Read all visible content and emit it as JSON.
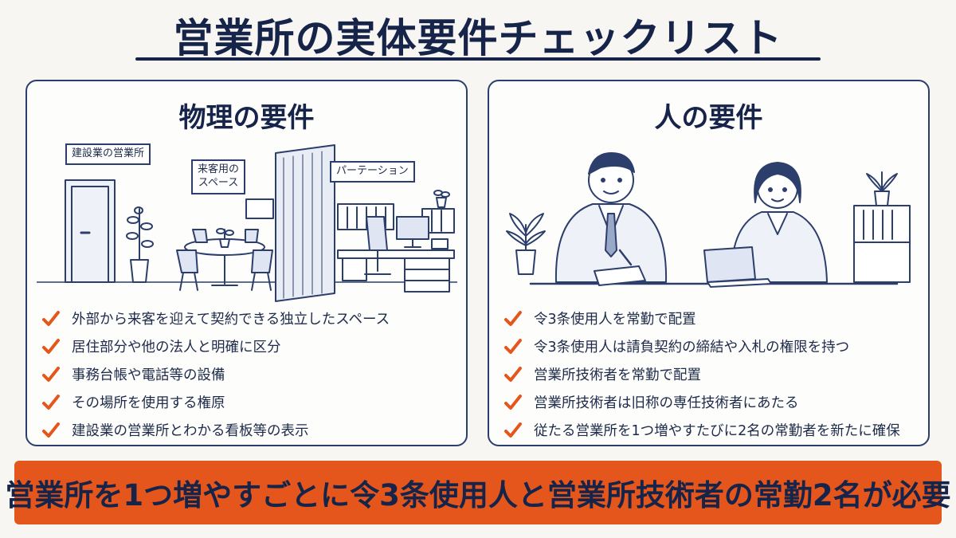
{
  "title": "営業所の実体要件チェックリスト",
  "colors": {
    "navy": "#16244a",
    "accent_orange": "#e4561c",
    "panel_border": "#2c3e6b",
    "background": "#f7f6f2"
  },
  "left_panel": {
    "heading": "物理の要件",
    "illustration_labels": {
      "office_sign": "建設業の営業所",
      "reception_sign_line1": "来客用の",
      "reception_sign_line2": "スペース",
      "partition_sign": "パーテーション"
    },
    "items": [
      "外部から来客を迎えて契約できる独立したスペース",
      "居住部分や他の法人と明確に区分",
      "事務台帳や電話等の設備",
      "その場所を使用する権原",
      "建設業の営業所とわかる看板等の表示"
    ]
  },
  "right_panel": {
    "heading": "人の要件",
    "items": [
      "令3条使用人を常勤で配置",
      "令3条使用人は請負契約の締結や入札の権限を持つ",
      "営業所技術者を常勤で配置",
      "営業所技術者は旧称の専任技術者にあたる",
      "従たる営業所を1つ増やすたびに2名の常勤者を新たに確保"
    ]
  },
  "banner": "営業所を1つ増やすごとに令3条使用人と営業所技術者の常勤2名が必要",
  "icons": {
    "checkmark": "check-icon"
  }
}
